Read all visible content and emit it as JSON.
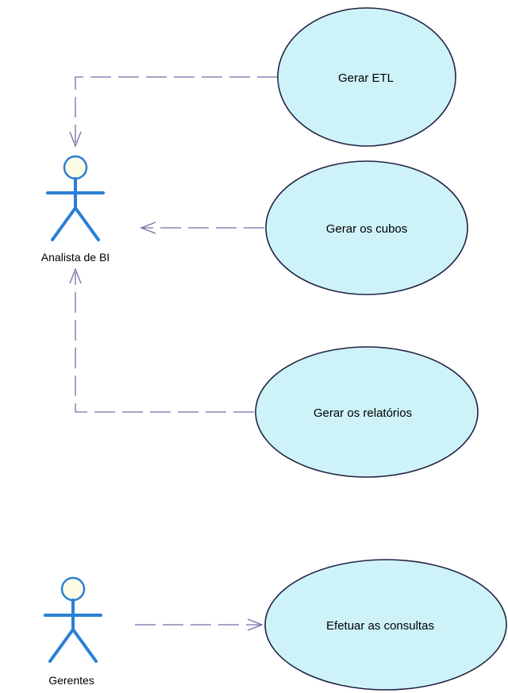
{
  "actors": {
    "analista": {
      "label": "Analista de BI",
      "color": "#2a7fd6",
      "head_fill": "#fdfce4"
    },
    "gerentes": {
      "label": "Gerentes",
      "color": "#2a7fd6",
      "head_fill": "#fdfce4"
    }
  },
  "use_cases": {
    "gerar_etl": {
      "label": "Gerar ETL"
    },
    "gerar_cubos": {
      "label": "Gerar os cubos"
    },
    "gerar_relatorios": {
      "label": "Gerar os relatórios"
    },
    "efetuar_consultas": {
      "label": "Efetuar as consultas"
    }
  },
  "colors": {
    "use_case_fill": "#cdf3f8",
    "use_case_stroke": "#222244",
    "dependency_line": "#6f6fa8"
  }
}
